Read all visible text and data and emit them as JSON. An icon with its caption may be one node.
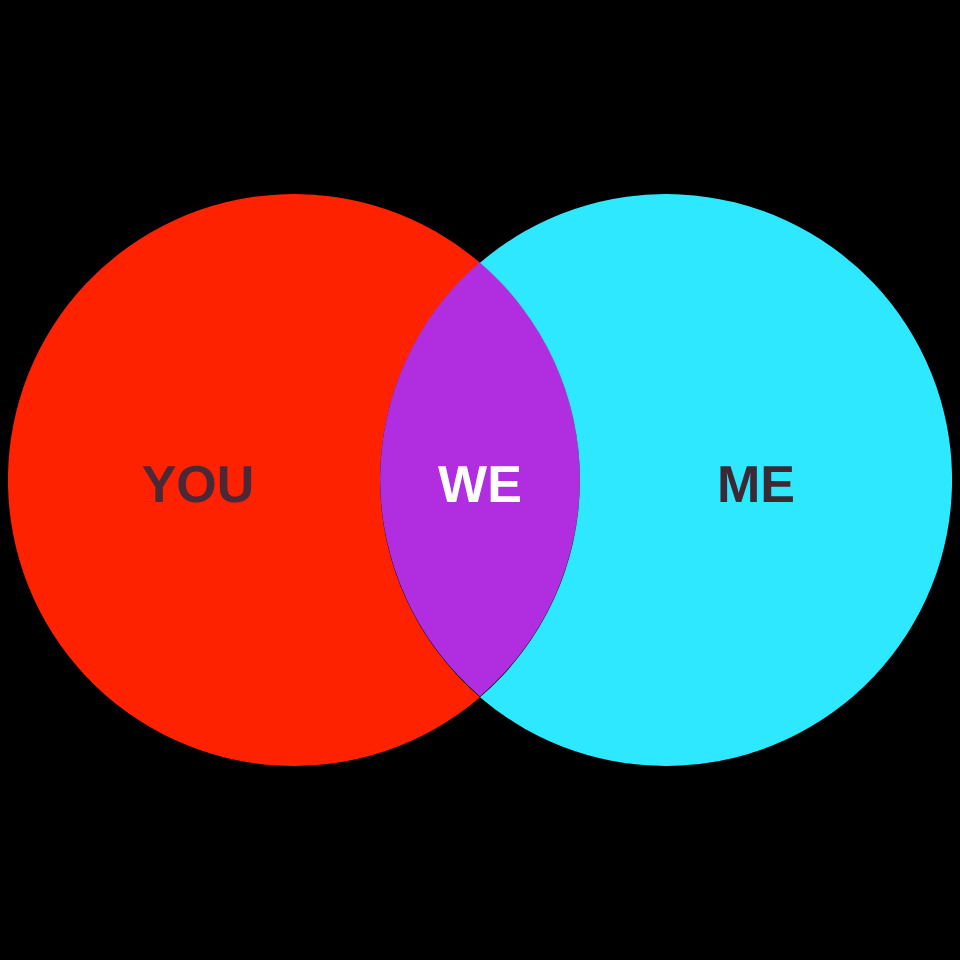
{
  "diagram": {
    "nodes": [
      {
        "text": [
          "YOU"
        ]
      },
      {
        "text": [
          "WE"
        ]
      },
      {
        "text": [
          "ME"
        ]
      }
    ]
  }
}
